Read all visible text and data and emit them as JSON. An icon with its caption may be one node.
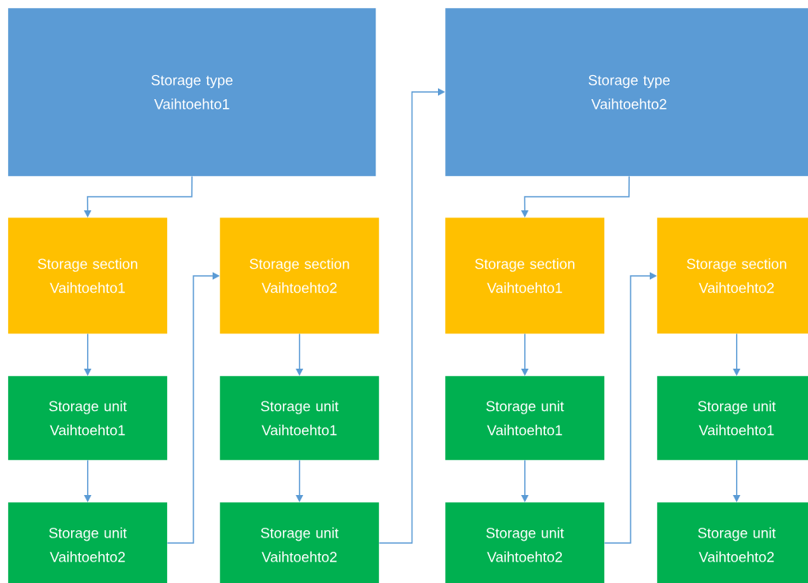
{
  "diagram": {
    "nodes": [
      {
        "text": [
          "Storage type Vaihtoehto1"
        ]
      },
      {
        "text": [
          "Storage section Vaihtoehto1"
        ]
      },
      {
        "text": [
          "Storage unit Vaihtoehto1"
        ]
      },
      {
        "text": [
          "Storage unit Vaihtoehto2"
        ]
      },
      {
        "text": [
          "Storage section Vaihtoehto2"
        ]
      },
      {
        "text": [
          "Storage unit Vaihtoehto1"
        ]
      },
      {
        "text": [
          "Storage unit Vaihtoehto2"
        ]
      },
      {
        "text": [
          "Storage type Vaihtoehto2"
        ]
      },
      {
        "text": [
          "Storage section Vaihtoehto1"
        ]
      },
      {
        "text": [
          "Storage unit Vaihtoehto1"
        ]
      },
      {
        "text": [
          "Storage unit Vaihtoehto2"
        ]
      },
      {
        "text": [
          "Storage section Vaihtoehto2"
        ]
      },
      {
        "text": [
          "Storage unit Vaihtoehto1"
        ]
      },
      {
        "text": [
          "Storage unit Vaihtoehto2"
        ]
      }
    ],
    "edges": [
      {
        "from": 0,
        "to": 1,
        "arrow": "to"
      },
      {
        "from": 1,
        "to": 2,
        "arrow": "to"
      },
      {
        "from": 2,
        "to": 3,
        "arrow": "to"
      },
      {
        "from": 3,
        "to": 4,
        "arrow": "to"
      },
      {
        "from": 4,
        "to": 5,
        "arrow": "to"
      },
      {
        "from": 5,
        "to": 6,
        "arrow": "to"
      },
      {
        "from": 6,
        "to": 7,
        "arrow": "to"
      },
      {
        "from": 7,
        "to": 8,
        "arrow": "to"
      },
      {
        "from": 8,
        "to": 9,
        "arrow": "to"
      },
      {
        "from": 9,
        "to": 10,
        "arrow": "to"
      },
      {
        "from": 10,
        "to": 11,
        "arrow": "to"
      },
      {
        "from": 11,
        "to": 12,
        "arrow": "to"
      },
      {
        "from": 12,
        "to": 13,
        "arrow": "to"
      }
    ]
  }
}
